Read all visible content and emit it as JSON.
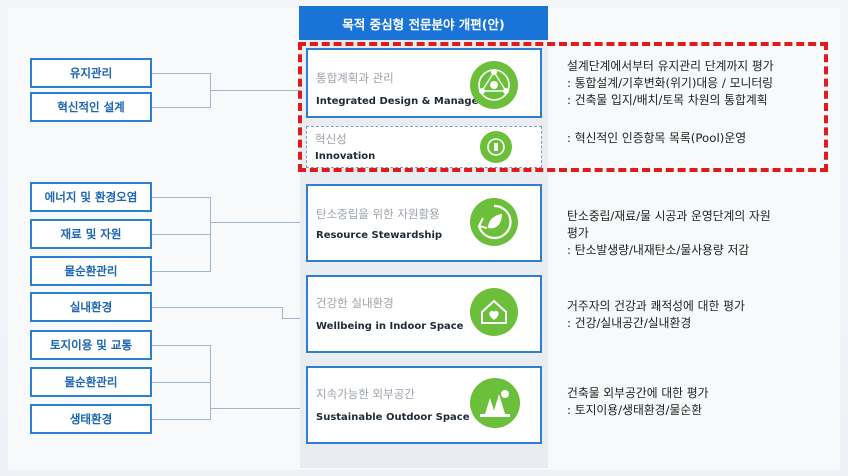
{
  "header": {
    "title": "목적 중심형 전문분야 개편(안)"
  },
  "left_groups": [
    {
      "items": [
        "유지관리",
        "혁신적인 설계"
      ]
    },
    {
      "items": [
        "에너지 및 환경오염",
        "재료 및 자원",
        "물순환관리",
        "실내환경",
        "토지이용 및 교통",
        "물순환관리",
        "생태환경"
      ]
    }
  ],
  "categories": [
    {
      "ko": "통합계획과 관리",
      "en": "Integrated Design & Manage",
      "icon": "network-globe-icon"
    },
    {
      "ko": "혁신성",
      "en": "Innovation",
      "icon": "innovation-gear-icon"
    },
    {
      "ko": "탄소중립을 위한 자원활용",
      "en": "Resource Stewardship",
      "icon": "recycle-leaf-icon"
    },
    {
      "ko": "건강한 실내환경",
      "en": "Wellbeing in Indoor Space",
      "icon": "house-heart-icon"
    },
    {
      "ko": "지속가능한 외부공간",
      "en": "Sustainable Outdoor Space",
      "icon": "trees-sun-icon"
    }
  ],
  "descriptions": [
    [
      "설계단계에서부터 유지관리 단계까지 평가",
      ": 통합설계/기후변화(위기)대응 / 모니터링",
      ": 건축물 입지/배치/토목 차원의 통합계획"
    ],
    [
      ": 혁신적인 인증항목 목록(Pool)운영"
    ],
    [
      "탄소중립/재료/물 시공과 운영단계의 자원",
      "평가",
      ": 탄소발생량/내재탄소/물사용량 저감"
    ],
    [
      "거주자의 건강과 쾌적성에 대한 평가",
      ": 건강/실내공간/실내환경"
    ],
    [
      "건축물 외부공간에 대한 평가",
      ": 토지이용/생태환경/물순환"
    ]
  ],
  "colors": {
    "accent": "#1a74d8",
    "box_border": "#2c7fd1",
    "highlight": "#e01b1b",
    "icon_green": "#6bbf3a"
  }
}
